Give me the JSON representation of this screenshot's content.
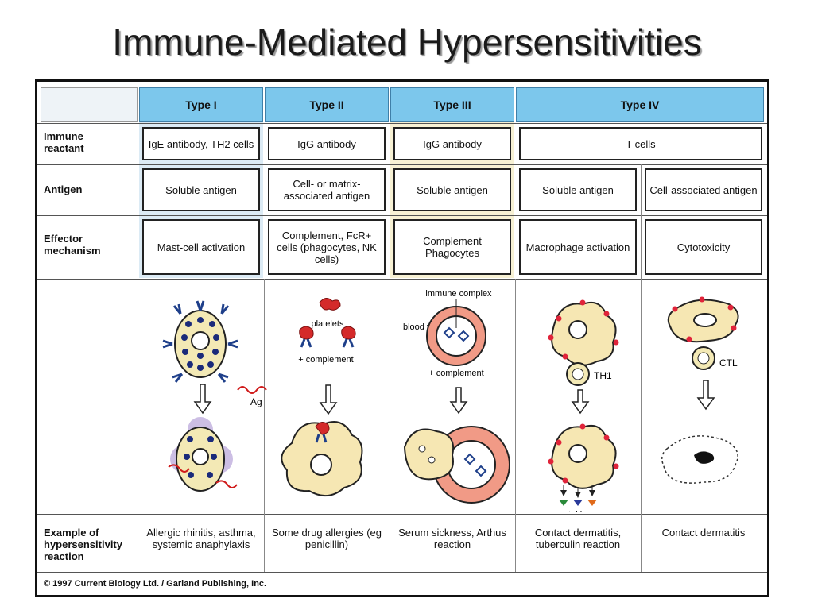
{
  "title": "Immune-Mediated Hypersensitivities",
  "columns": [
    "Type I",
    "Type II",
    "Type III",
    "Type IV"
  ],
  "rows": {
    "immune_reactant": {
      "label": "Immune reactant",
      "type1": "IgE antibody, TH2 cells",
      "type2": "IgG antibody",
      "type3": "IgG antibody",
      "type4": "T cells"
    },
    "antigen": {
      "label": "Antigen",
      "type1": "Soluble antigen",
      "type2": "Cell- or matrix-associated antigen",
      "type3": "Soluble antigen",
      "type4a": "Soluble antigen",
      "type4b": "Cell-associated antigen"
    },
    "effector": {
      "label": "Effector mechanism",
      "type1": "Mast-cell activation",
      "type2": "Complement, FcR+ cells (phagocytes, NK cells)",
      "type3": "Complement Phagocytes",
      "type4a": "Macrophage activation",
      "type4b": "Cytotoxicity"
    },
    "example": {
      "label": "Example of hypersensitivity reaction",
      "type1": "Allergic rhinitis, asthma, systemic anaphylaxis",
      "type2": "Some drug allergies (eg penicillin)",
      "type3": "Serum sickness, Arthus reaction",
      "type4a": "Contact dermatitis, tuberculin reaction",
      "type4b": "Contact dermatitis"
    }
  },
  "illustration_labels": {
    "ag": "Ag",
    "platelets": "platelets",
    "plus_complement": "+ complement",
    "immune_complex": "immune complex",
    "blood_vessel": "blood vessel",
    "th1": "TH1",
    "ctl": "CTL",
    "cytokines": "cytokines"
  },
  "footer": "© 1997 Current Biology Ltd. / Garland Publishing, Inc."
}
